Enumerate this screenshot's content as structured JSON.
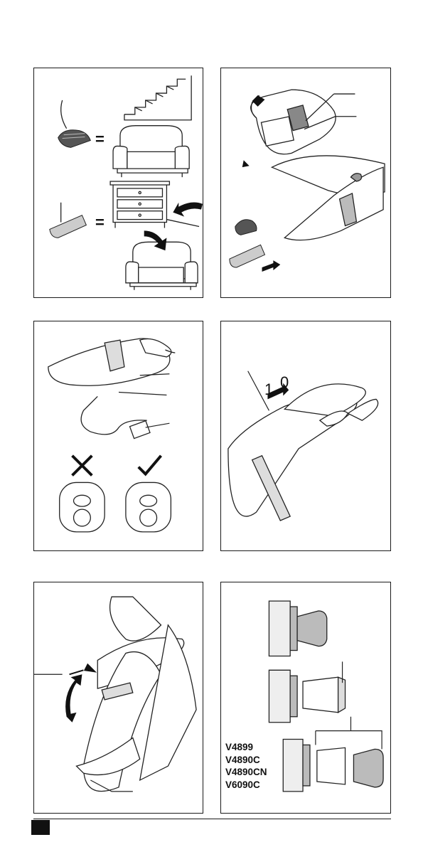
{
  "panels": {
    "vacuum_equivalents": {
      "equals_symbol": "="
    },
    "switch": {
      "on_label": "1",
      "off_label": "0"
    }
  },
  "models": [
    "V4899",
    "V4890C",
    "V4890CN",
    "V6090C"
  ],
  "footer": {
    "page_number": ""
  }
}
